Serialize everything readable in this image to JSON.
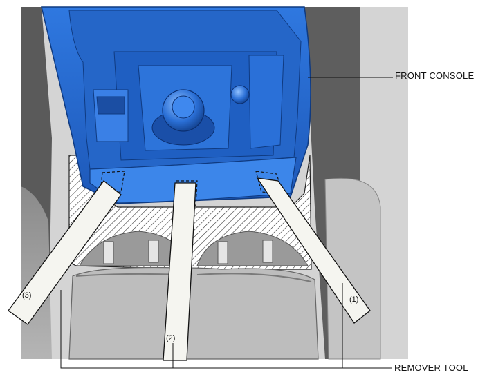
{
  "callouts": {
    "front_console": "FRONT CONSOLE",
    "remover_tool": "REMOVER TOOL"
  },
  "tools": {
    "tool_1": "(1)",
    "tool_2": "(2)",
    "tool_3": "(3)"
  },
  "colors": {
    "console_blue": "#2a6fd6",
    "console_dark": "#1a4fa8",
    "interior_gray": "#c9c9c9",
    "dark_gray": "#6e6e6e",
    "tool_fill": "#f5f5f0"
  }
}
